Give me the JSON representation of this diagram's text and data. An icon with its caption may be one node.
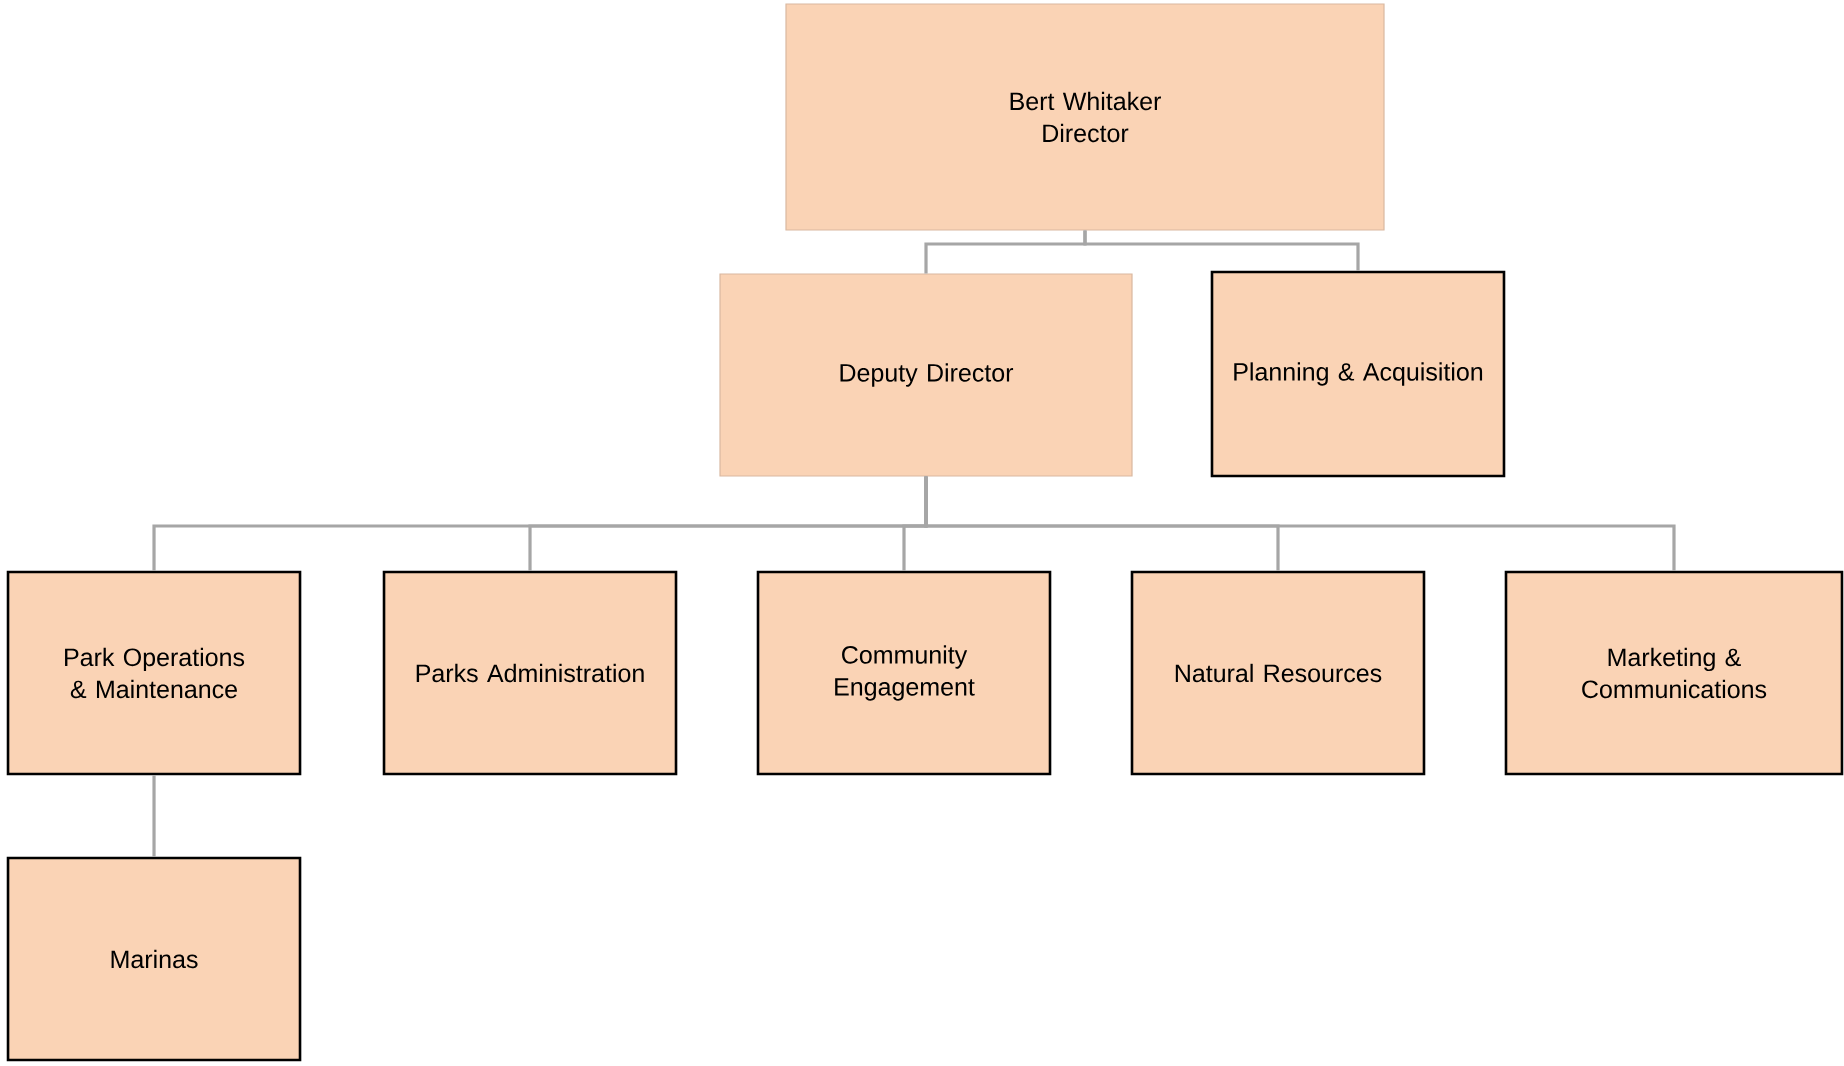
{
  "diagram": {
    "nodes": [
      {
        "text": [
          "Bert Whitaker",
          "Director"
        ]
      },
      {
        "text": [
          "Deputy Director"
        ]
      },
      {
        "text": [
          "Planning & Acquisition"
        ]
      },
      {
        "text": [
          "Park Operations & Maintenance"
        ]
      },
      {
        "text": [
          "Parks Administration"
        ]
      },
      {
        "text": [
          "Community Engagement"
        ]
      },
      {
        "text": [
          "Natural Resources"
        ]
      },
      {
        "text": [
          "Marketing & Communications"
        ]
      },
      {
        "text": [
          "Marinas"
        ]
      }
    ],
    "edges": [
      {
        "from": 0,
        "to": 1,
        "arrow": "none"
      },
      {
        "from": 0,
        "to": 2,
        "arrow": "none"
      },
      {
        "from": 1,
        "to": 3,
        "arrow": "none"
      },
      {
        "from": 1,
        "to": 4,
        "arrow": "none"
      },
      {
        "from": 1,
        "to": 5,
        "arrow": "none"
      },
      {
        "from": 1,
        "to": 6,
        "arrow": "none"
      },
      {
        "from": 1,
        "to": 7,
        "arrow": "none"
      },
      {
        "from": 3,
        "to": 8,
        "arrow": "none"
      }
    ]
  }
}
